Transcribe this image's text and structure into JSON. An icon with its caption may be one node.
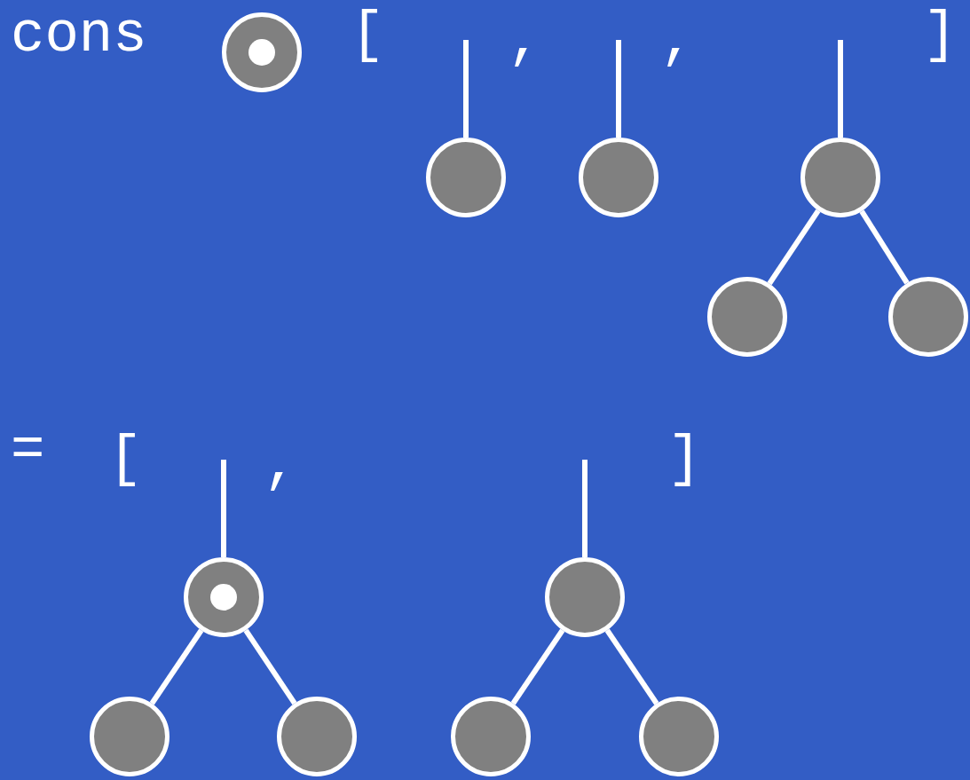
{
  "diagram": {
    "nodes": [
      {
        "text": [],
        "shape": "circle"
      },
      {
        "text": [],
        "shape": "circle"
      },
      {
        "text": [],
        "shape": "circle"
      },
      {
        "text": [],
        "shape": "circle"
      },
      {
        "text": [],
        "shape": "circle"
      },
      {
        "text": [],
        "shape": "circle"
      },
      {
        "text": [],
        "shape": "circle"
      },
      {
        "text": [],
        "shape": "circle"
      },
      {
        "text": [],
        "shape": "circle"
      },
      {
        "text": [],
        "shape": "circle"
      },
      {
        "text": [],
        "shape": "circle"
      },
      {
        "text": [],
        "shape": "circle"
      }
    ],
    "edges": [
      {
        "from": null,
        "to": 1,
        "arrow": "none"
      },
      {
        "from": null,
        "to": 2,
        "arrow": "none"
      },
      {
        "from": null,
        "to": 3,
        "arrow": "none"
      },
      {
        "from": 3,
        "to": 4,
        "arrow": "none"
      },
      {
        "from": 3,
        "to": 5,
        "arrow": "none"
      },
      {
        "from": null,
        "to": 6,
        "arrow": "none"
      },
      {
        "from": 6,
        "to": 8,
        "arrow": "none"
      },
      {
        "from": 6,
        "to": 9,
        "arrow": "none"
      },
      {
        "from": null,
        "to": 7,
        "arrow": "none"
      },
      {
        "from": 7,
        "to": 10,
        "arrow": "none"
      },
      {
        "from": 7,
        "to": 11,
        "arrow": "none"
      }
    ],
    "labels": [
      "cons",
      "[",
      ",",
      ",",
      "]",
      "=",
      "[",
      ",",
      "]"
    ]
  }
}
